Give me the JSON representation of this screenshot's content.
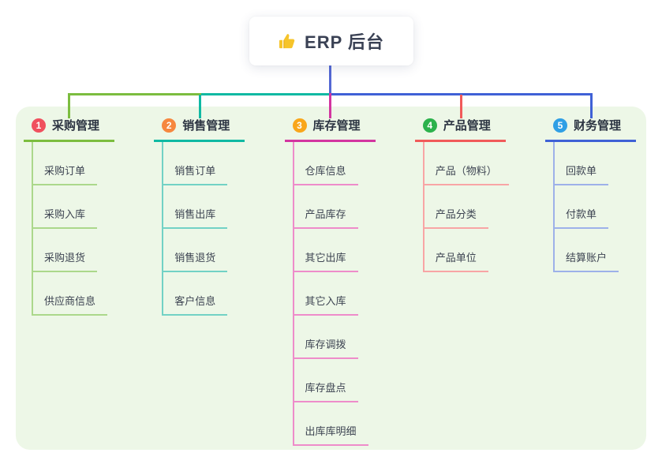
{
  "root": {
    "title": "ERP 后台",
    "icon": "thumbs-up",
    "color": "#5468d4"
  },
  "panel": {
    "background": "#edf7e7"
  },
  "branches": [
    {
      "index": "1",
      "label": "采购管理",
      "colors": {
        "main": "#7cbd3f",
        "light": "#abd88b",
        "badge": "#f0505e"
      },
      "children": [
        "采购订单",
        "采购入库",
        "采购退货",
        "供应商信息"
      ]
    },
    {
      "index": "2",
      "label": "销售管理",
      "colors": {
        "main": "#10b9a3",
        "light": "#72d2c5",
        "badge": "#f6873f"
      },
      "children": [
        "销售订单",
        "销售出库",
        "销售退货",
        "客户信息"
      ]
    },
    {
      "index": "3",
      "label": "库存管理",
      "colors": {
        "main": "#d335a0",
        "light": "#ee8cca",
        "badge": "#f9a61a"
      },
      "children": [
        "仓库信息",
        "产品库存",
        "其它出库",
        "其它入库",
        "库存调拨",
        "库存盘点",
        "出库库明细"
      ]
    },
    {
      "index": "4",
      "label": "产品管理",
      "colors": {
        "main": "#f15a5a",
        "light": "#f8a5a5",
        "badge": "#2cb24c"
      },
      "children": [
        "产品（物料）",
        "产品分类",
        "产品单位"
      ]
    },
    {
      "index": "5",
      "label": "财务管理",
      "colors": {
        "main": "#3f61d6",
        "light": "#9db1e9",
        "badge": "#2f9fe5"
      },
      "children": [
        "回款单",
        "付款单",
        "结算账户"
      ]
    }
  ]
}
